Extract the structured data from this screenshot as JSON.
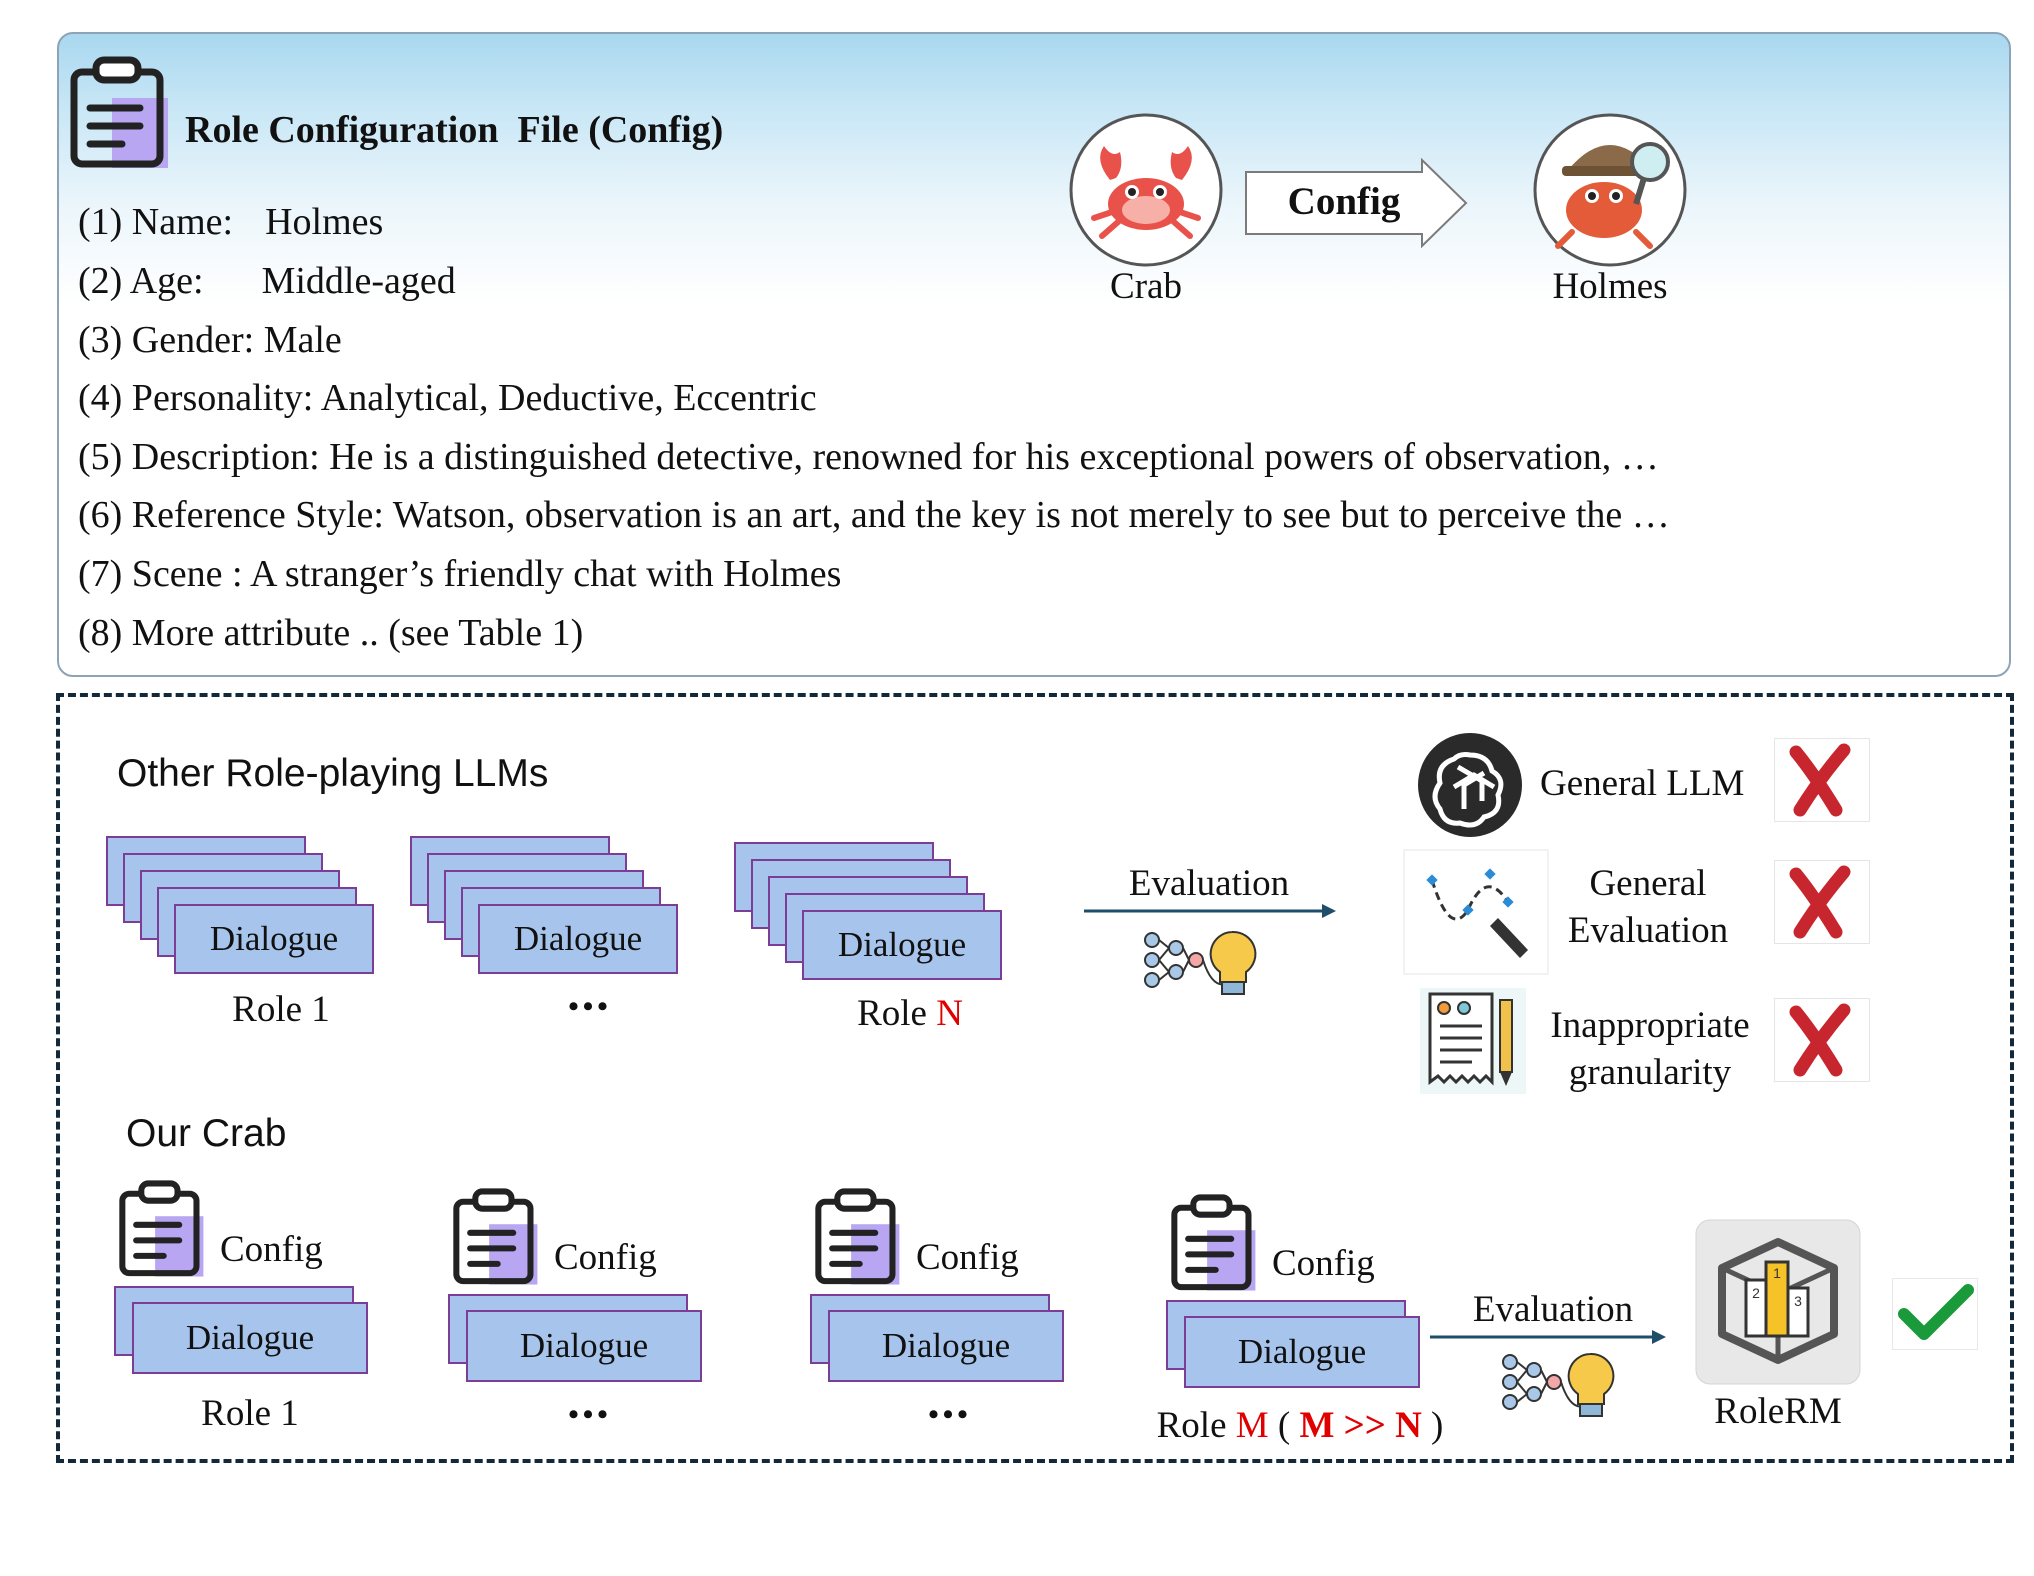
{
  "config_panel": {
    "title": "Role Configuration  File (Config)",
    "attributes": [
      {
        "label": "(1) Name:",
        "value": "Holmes"
      },
      {
        "label": "(2) Age:",
        "value": "Middle-aged"
      },
      {
        "label": "(3) Gender:",
        "value": "Male"
      },
      {
        "label": "(4) Personality:",
        "value": "Analytical, Deductive, Eccentric"
      },
      {
        "label": "(5) Description:",
        "value": "He is a distinguished detective, renowned for his exceptional powers of observation, …"
      },
      {
        "label": "(6) Reference Style:",
        "value": "Watson, observation is an art, and the key is not merely to see but to perceive the …"
      },
      {
        "label": "(7) Scene :",
        "value": "A stranger’s friendly chat with Holmes"
      },
      {
        "label": "(8) More attribute ..",
        "value": "(see Table 1)"
      }
    ],
    "transform": {
      "source_caption": "Crab",
      "arrow_label": "Config",
      "target_caption": "Holmes"
    }
  },
  "other_llms": {
    "heading": "Other Role-playing LLMs",
    "stacks": [
      {
        "dialogue_label": "Dialogue",
        "caption_prefix": "Role 1",
        "caption_highlight": ""
      },
      {
        "dialogue_label": "Dialogue",
        "caption_prefix": "•••",
        "caption_highlight": ""
      },
      {
        "dialogue_label": "Dialogue",
        "caption_prefix": "Role ",
        "caption_highlight": "N"
      }
    ],
    "evaluation_label": "Evaluation",
    "evaluators": [
      {
        "label": "General LLM",
        "icon": "openai-logo-icon",
        "result": "cross-icon"
      },
      {
        "label": "General\nEvaluation",
        "icon": "curve-pen-icon",
        "result": "cross-icon"
      },
      {
        "label": "Inappropriate\ngranularity",
        "icon": "checklist-pencil-icon",
        "result": "cross-icon"
      }
    ]
  },
  "our_crab": {
    "heading": "Our Crab",
    "stacks": [
      {
        "config_label": "Config",
        "dialogue_label": "Dialogue",
        "caption": "Role 1"
      },
      {
        "config_label": "Config",
        "dialogue_label": "Dialogue",
        "caption": "•••"
      },
      {
        "config_label": "Config",
        "dialogue_label": "Dialogue",
        "caption": "•••"
      },
      {
        "config_label": "Config",
        "dialogue_label": "Dialogue",
        "caption": ""
      }
    ],
    "last_caption": {
      "prefix": "Role ",
      "m": "M",
      "open": " ( ",
      "rel": "M >> N",
      "close": " )"
    },
    "evaluation_label": "Evaluation",
    "reward_model": "RoleRM",
    "result": "check-icon"
  },
  "colors": {
    "dialogue_fill": "#a7c5ec",
    "dialogue_border": "#7b3d96",
    "highlight_red": "#e00000",
    "cross_red": "#c8262e",
    "check_green": "#1a9a3a",
    "clipboard_accent": "#b9a6f2"
  }
}
